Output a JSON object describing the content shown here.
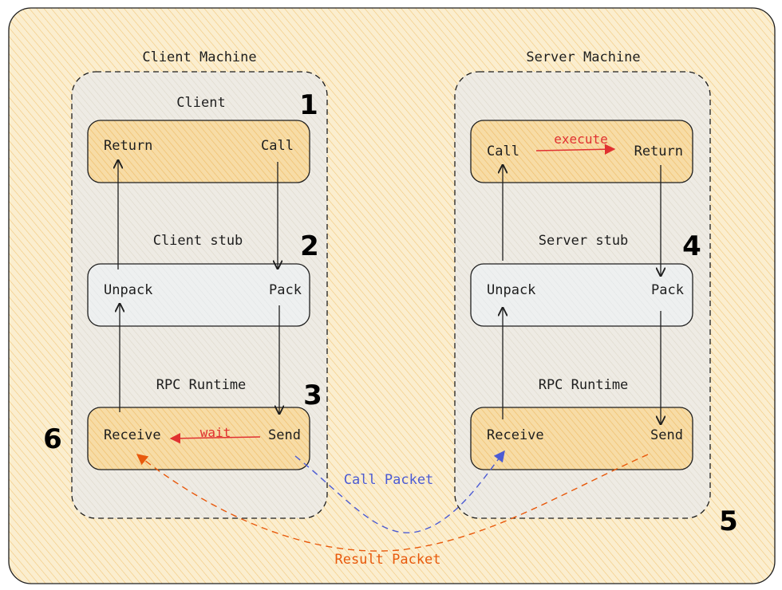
{
  "machines": {
    "client": {
      "title": "Client Machine",
      "layer_client": "Client",
      "layer_stub": "Client stub",
      "layer_runtime": "RPC Runtime",
      "box_client": {
        "left": "Return",
        "right": "Call"
      },
      "box_stub": {
        "left": "Unpack",
        "right": "Pack"
      },
      "box_runtime": {
        "left": "Receive",
        "right": "Send"
      },
      "wait_label": "wait"
    },
    "server": {
      "title": "Server Machine",
      "layer_stub": "Server stub",
      "layer_runtime": "RPC Runtime",
      "box_server": {
        "left": "Call",
        "right": "Return"
      },
      "box_stub": {
        "left": "Unpack",
        "right": "Pack"
      },
      "box_runtime": {
        "left": "Receive",
        "right": "Send"
      },
      "execute_label": "execute"
    }
  },
  "steps": [
    "1",
    "2",
    "3",
    "4",
    "5",
    "6"
  ],
  "packets": {
    "call": "Call Packet",
    "result": "Result Packet"
  },
  "colors": {
    "background_fill": "#fbeecf",
    "hatch": "#f2c77a",
    "machine_fill": "#ebe8e0",
    "highlight_box": "#f5cf8c",
    "plain_box": "#eceeee",
    "call_packet": "#4c5bd4",
    "result_packet": "#e8590c",
    "wait_execute": "#e03131"
  }
}
